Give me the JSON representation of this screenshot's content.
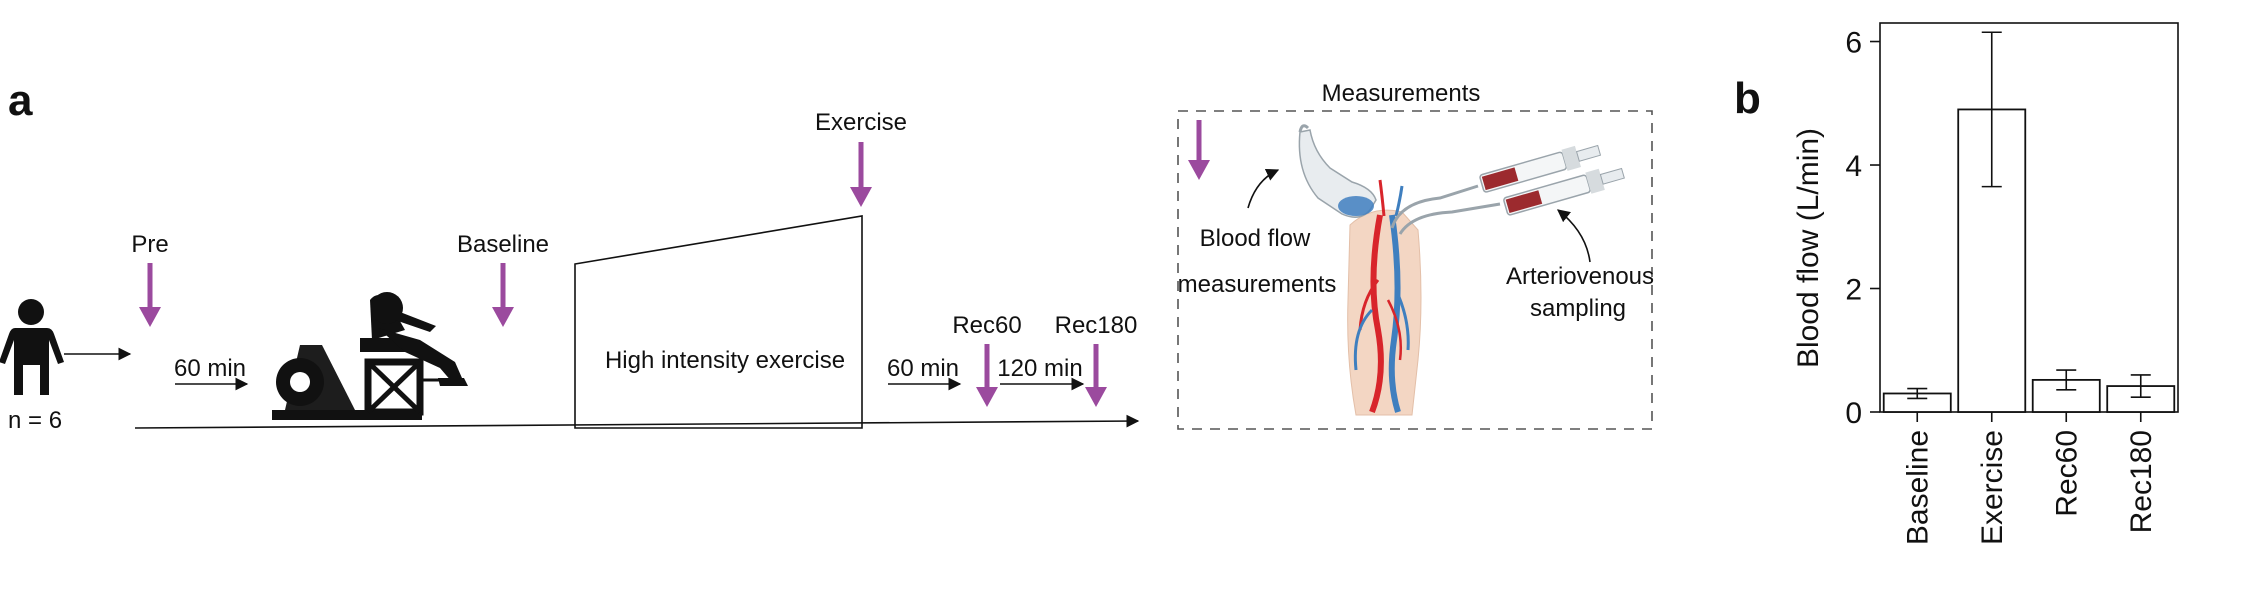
{
  "panel_a": {
    "letter": "a",
    "cohort": "n = 6",
    "timepoints": {
      "pre": "Pre",
      "baseline": "Baseline",
      "exercise": "Exercise",
      "rec60": "Rec60",
      "rec180": "Rec180"
    },
    "intervals": {
      "first": "60 min",
      "second": "60 min",
      "third": "120 min"
    },
    "exercise_box": "High intensity exercise",
    "measurements": {
      "title": "Measurements",
      "blood_flow_line1": "Blood flow",
      "blood_flow_line2": "measurements",
      "av_line1": "Arteriovenous",
      "av_line2": "sampling"
    },
    "colors": {
      "arrow": "#9b4a9e",
      "artery": "#d8252b",
      "vein": "#3f7fbf",
      "leg": "#f3d6c3",
      "blood": "#9c2a2e"
    },
    "icons": [
      "person-icon",
      "cycle-ergometer-icon",
      "ultrasound-probe-icon",
      "syringe-icon"
    ]
  },
  "panel_b": {
    "letter": "b",
    "chart_data": {
      "type": "bar",
      "categories": [
        "Baseline",
        "Exercise",
        "Rec60",
        "Rec180"
      ],
      "values": [
        0.3,
        4.9,
        0.52,
        0.42
      ],
      "errors": [
        0.08,
        1.25,
        0.16,
        0.18
      ],
      "ylabel": "Blood flow (L/min)",
      "ylim": [
        0,
        6.3
      ],
      "yticks": [
        0,
        2,
        4,
        6
      ],
      "grid": false,
      "bar_fill": "#ffffff",
      "bar_stroke": "#111111"
    }
  }
}
